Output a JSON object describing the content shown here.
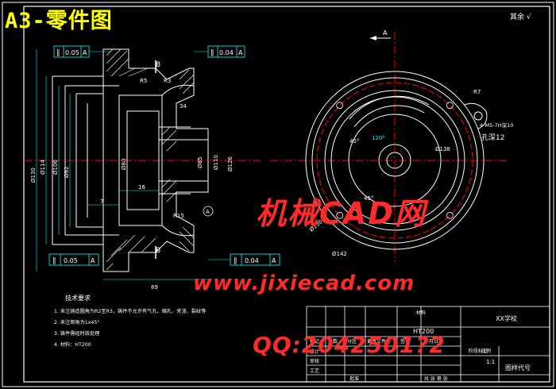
{
  "title": "A3-零件图",
  "tolerances": {
    "top_left": {
      "symbol": "∥",
      "value": "0.05",
      "datum": "A"
    },
    "top_right": {
      "symbol": "∥",
      "value": "0.04",
      "datum": "A"
    },
    "bottom_left": {
      "symbol": "∥",
      "value": "0.05",
      "datum": "A"
    },
    "bottom_right": {
      "symbol": "∥",
      "value": "0.04",
      "datum": "A"
    }
  },
  "section_labels": {
    "b": "B",
    "a": "A"
  },
  "roughness_note": "其余 √",
  "dimensions": {
    "d_left1": "Ø114",
    "d_left2": "Ø106",
    "d_left3": "Ø92",
    "d_left4": "Ø130",
    "d_mid": "Ø80",
    "d_r1": "Ø85",
    "d_r2": "Ø110",
    "d_r3": "Ø126",
    "len1": "69",
    "len2": "16",
    "len3": "7",
    "len4": "34",
    "a120": "120°",
    "a45": "45°",
    "a45b": "45°",
    "dia138": "Ø138",
    "dia130": "Ø130",
    "dia142": "Ø142",
    "r7": "R7",
    "holes": "4-M5-7H深10",
    "hole_depth": "孔深12",
    "r15": "R15",
    "r5": "R5",
    "r3": "R3"
  },
  "notes": {
    "heading": "技术要求",
    "items": [
      "1. 未注铸造圆角为R2至R3，铸件不允许有气孔、缩孔、夹渣、裂纹等",
      "2. 未注倒角为1x45°",
      "3. 铸件需经时效处理",
      "4. 材料：HT200"
    ]
  },
  "title_block": {
    "material": "HT200",
    "school": "XX学校",
    "scale": "1:1",
    "drawing_no": "图样代号",
    "row_labels": [
      "标记",
      "处数",
      "分区",
      "更改文件号",
      "签名",
      "年月日"
    ],
    "designer": "设计",
    "checker": "审核",
    "process": "工艺",
    "approve": "批准",
    "sheet": "共 张 第 张",
    "stage_label": "阶段标记",
    "weight_label": "重量",
    "scale_label": "比例"
  },
  "watermark": {
    "brand": "机械CAD网",
    "url": "www.jixiecad.com",
    "qq": "QQ:2042501?2"
  },
  "colors": {
    "background": "#000000",
    "outline": "#ffffff",
    "center": "#ff0000",
    "dimension": "#00ffff",
    "accent": "#ffff00",
    "watermark": "#ff2a2a",
    "hatch": "#ffffff"
  }
}
